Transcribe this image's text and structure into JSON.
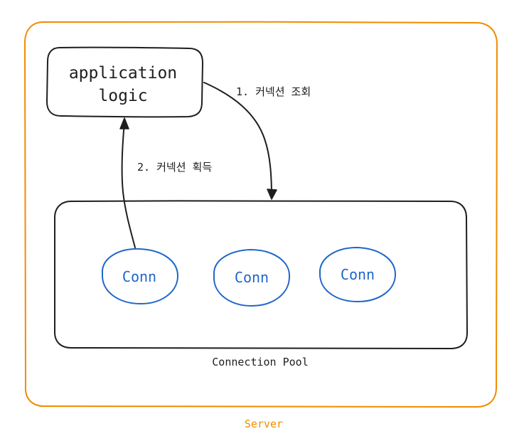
{
  "server": {
    "label": "Server",
    "color": "#f08c00"
  },
  "application_logic": {
    "line1": "application",
    "line2": "logic"
  },
  "pool": {
    "label": "Connection Pool",
    "connections": [
      "Conn",
      "Conn",
      "Conn"
    ],
    "conn_color": "#1f66c9"
  },
  "arrows": {
    "lookup_label": "1. 커넥션 조회",
    "acquire_label": "2. 커넥션 획득"
  }
}
